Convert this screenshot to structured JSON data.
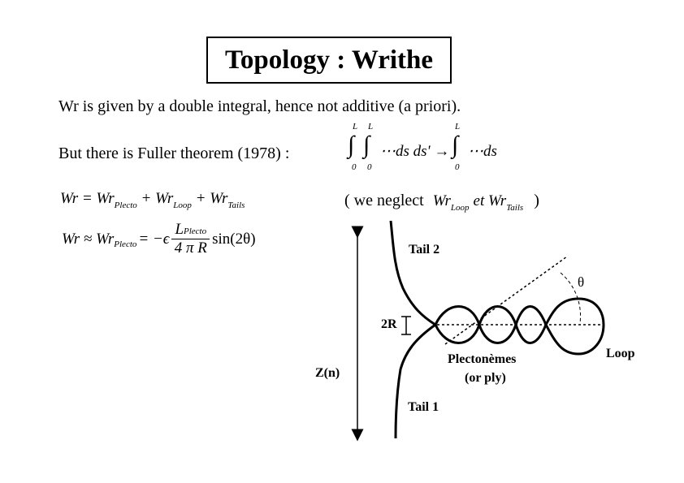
{
  "title": "Topology : Writhe",
  "line1": "Wr is given by a double integral, hence not additive (a priori).",
  "line2": "But there is Fuller theorem (1978) :",
  "integral": {
    "upper": "L",
    "lower": "0",
    "left_expr": "⋯ds ds' →",
    "right_expr": "⋯ds",
    "int_symbol": "∫"
  },
  "eq1": {
    "lhs": "Wr = Wr",
    "sub1": "Plecto",
    "plus1": "+ Wr",
    "sub2": "Loop",
    "plus2": "+ Wr",
    "sub3": "Tails"
  },
  "neglect": {
    "open": "( we neglect",
    "wr1": "Wr",
    "sub1": "Loop",
    "et": "et Wr",
    "sub2": "Tails",
    "close": ")"
  },
  "eq2": {
    "lhs": "Wr ≈ Wr",
    "sub": "Plecto",
    "mid": "= −ϵ",
    "num": "L",
    "num_sub": "Plecto",
    "den": "4 π R",
    "tail": "sin(2θ)"
  },
  "diagram": {
    "tail2": "Tail 2",
    "tail1": "Tail 1",
    "theta": "θ",
    "two_r": "2R",
    "loop": "Loop",
    "plecto1": "Plectonèmes",
    "plecto2": "(or ply)",
    "zn": "Z(n)"
  }
}
